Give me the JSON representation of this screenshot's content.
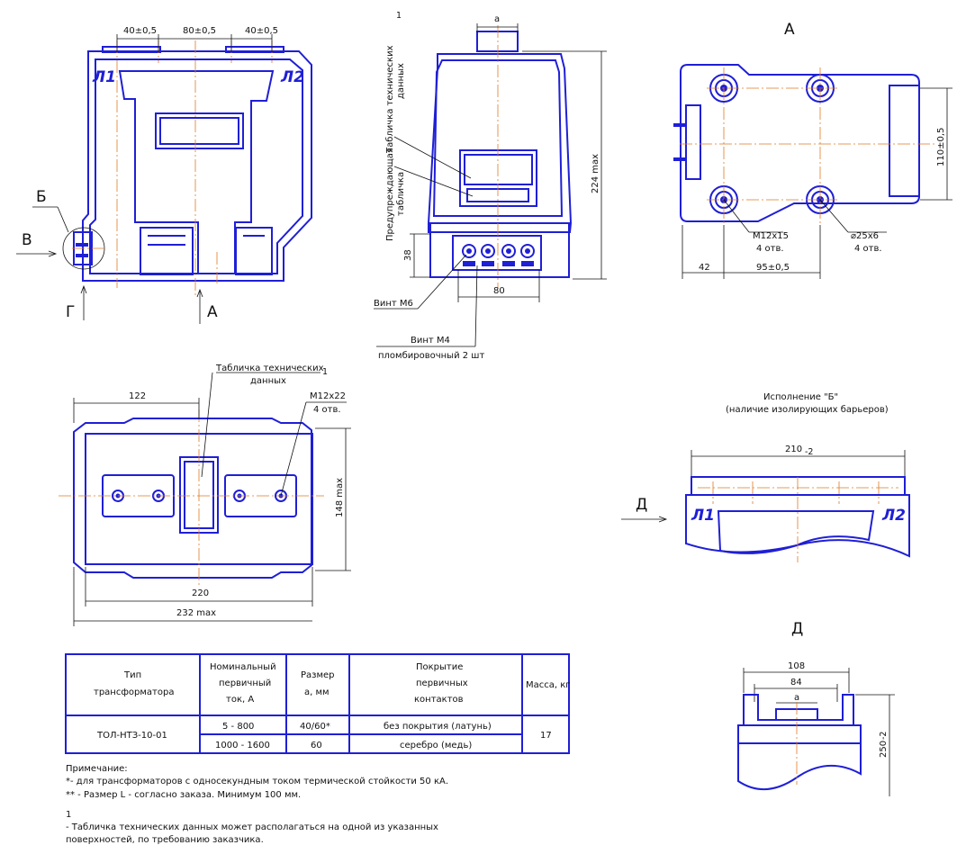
{
  "front_view": {
    "dim_1": "40±0,5",
    "dim_2": "80±0,5",
    "dim_3": "40±0,5",
    "terminal_l1": "Л1",
    "terminal_l2": "Л2",
    "label_b": "Б",
    "label_v": "В",
    "label_g": "Г",
    "label_a": "А"
  },
  "side_view": {
    "dim_a": "a",
    "nameplate_label_1": "Табличка технических",
    "nameplate_label_2": "данных",
    "nameplate_sup": "1",
    "warning_label_1": "Предупреждающая",
    "warning_label_2": "табличка",
    "dim_height": "224 max",
    "dim_38": "38",
    "dim_80": "80",
    "screw_m6": "Винт М6",
    "screw_m4": "Винт М4",
    "screw_m4_desc": "пломбировочный 2 шт"
  },
  "view_a": {
    "title": "А",
    "dim_110": "110±0,5",
    "hole_m12": "М12х15",
    "hole_m12_count": "4 отв.",
    "hole_25": "⌀25х6",
    "hole_25_count": "4 отв.",
    "dim_42": "42",
    "dim_95": "95±0,5"
  },
  "top_view": {
    "nameplate_1": "Табличка технических",
    "nameplate_sup": "1",
    "nameplate_2": "данных",
    "dim_122": "122",
    "hole_m12x22": "М12х22",
    "hole_count": "4 отв.",
    "dim_148": "148 max",
    "dim_220": "220",
    "dim_232": "232 max"
  },
  "version_b": {
    "title": "Исполнение \"Б\"",
    "subtitle": "(наличие изолирующих барьеров)",
    "dim_210": "210",
    "dim_210_tol": "-2",
    "label_d": "Д",
    "terminal_l1": "Л1",
    "terminal_l2": "Л2"
  },
  "view_d": {
    "title": "Д",
    "dim_108": "108",
    "dim_84": "84",
    "dim_a": "a",
    "dim_250": "250",
    "dim_250_tol": "-2"
  },
  "table": {
    "headers": {
      "type_1": "Тип",
      "type_2": "трансформатора",
      "current_1": "Номинальный",
      "current_2": "первичный",
      "current_3": "ток, А",
      "size_1": "Размер",
      "size_2": "а, мм",
      "coating_1": "Покрытие",
      "coating_2": "первичных",
      "coating_3": "контактов",
      "mass": "Масса, кг"
    },
    "type_value": "ТОЛ-НТЗ-10-01",
    "mass_value": "17",
    "rows": [
      {
        "current": "5 - 800",
        "size": "40/60*",
        "coating": "без покрытия (латунь)"
      },
      {
        "current": "1000 - 1600",
        "size": "60",
        "coating": "серебро (медь)"
      }
    ]
  },
  "notes": {
    "heading": "Примечание:",
    "line_1": "*- для трансформаторов с односекундным током термической стойкости 50 кА.",
    "line_2": "** - Размер L - согласно заказа. Минимум 100 мм.",
    "footnote_mark": "1",
    "line_3": "- Табличка технических данных может располагаться на одной из указанных",
    "line_4": "поверхностей, по требованию заказчика."
  }
}
